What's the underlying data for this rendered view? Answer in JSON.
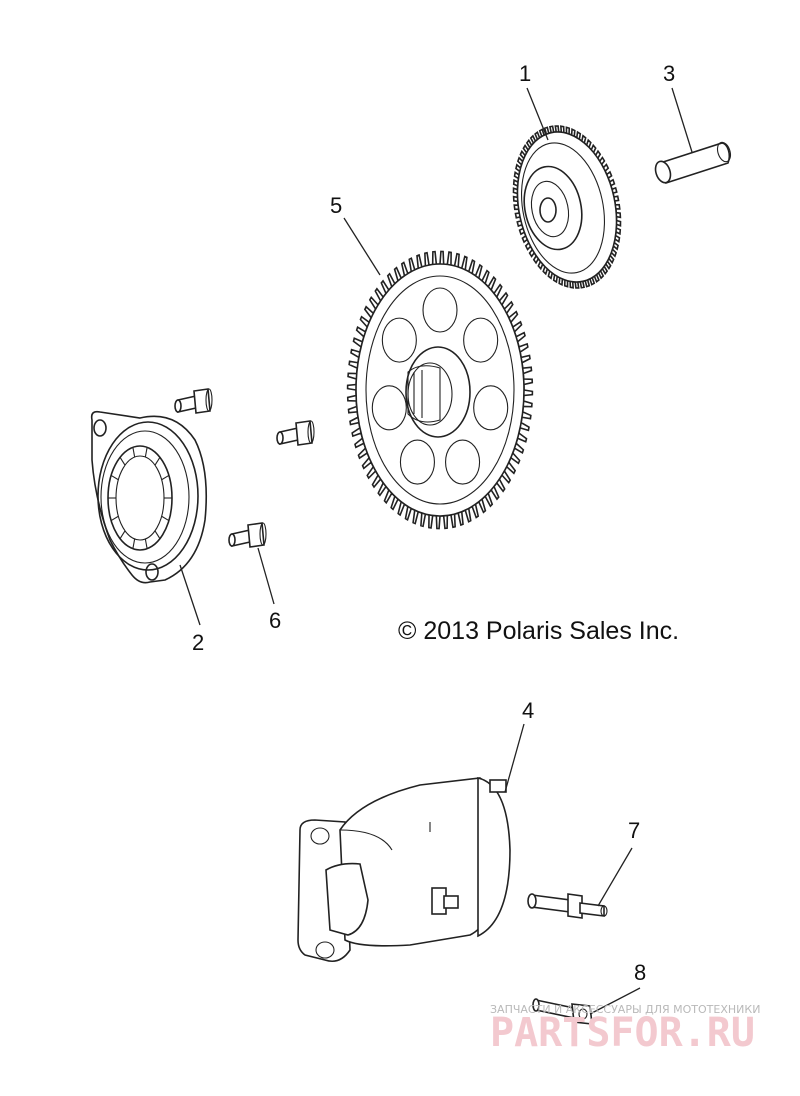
{
  "callouts": {
    "c1": "1",
    "c2": "2",
    "c3": "3",
    "c4": "4",
    "c5": "5",
    "c6": "6",
    "c7": "7",
    "c8": "8"
  },
  "copyright": "© 2013 Polaris Sales Inc.",
  "watermark": {
    "tagline": "ЗАПЧАСТИ И АКСЕССУАРЫ ДЛЯ МОТОТЕХНИКИ",
    "brand": "PARTSFOR.RU",
    "color": "#f3c9cf"
  }
}
